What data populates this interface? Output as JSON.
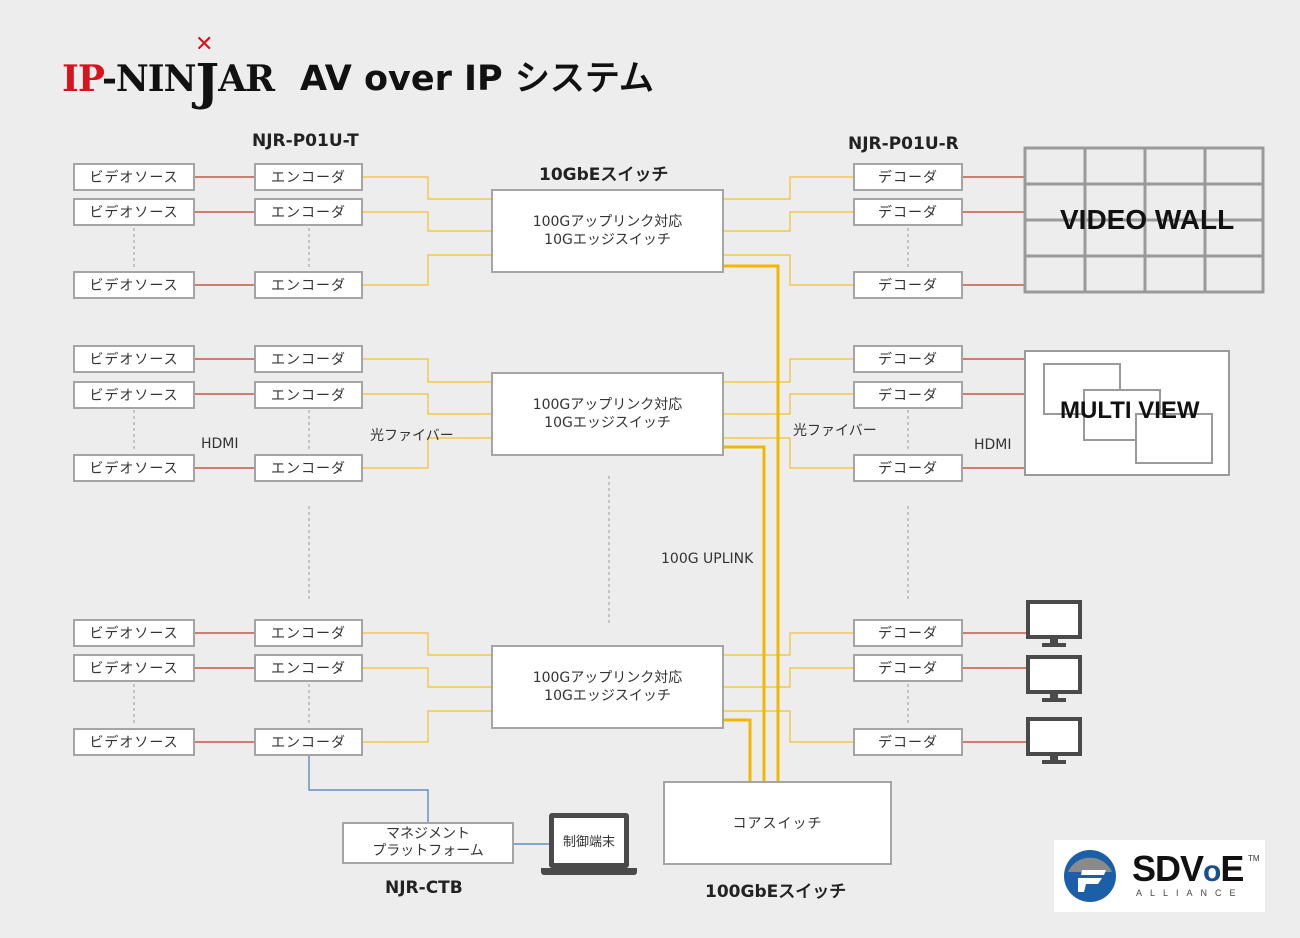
{
  "header": {
    "logo_text": "IP-NINJAR",
    "title": "AV over IP システム"
  },
  "labels": {
    "encoder_model": "NJR-P01U-T",
    "decoder_model": "NJR-P01U-R",
    "switch_10gbe": "10GbEスイッチ",
    "switch_100gbe": "100GbEスイッチ",
    "hdmi": "HDMI",
    "fiber": "光ファイバー",
    "uplink": "100G UPLINK",
    "ctb_model": "NJR-CTB"
  },
  "devices": {
    "video_source": "ビデオソース",
    "encoder": "エンコーダ",
    "decoder": "デコーダ",
    "edge_switch_line1": "100Gアップリンク対応",
    "edge_switch_line2": "10Gエッジスイッチ",
    "core_switch": "コアスイッチ",
    "management_line1": "マネジメント",
    "management_line2": "プラットフォーム",
    "control_terminal": "制御端末"
  },
  "displays": {
    "video_wall": "VIDEO WALL",
    "multi_view": "MULTI VIEW"
  },
  "sdvoe": {
    "name_prefix": "SDV",
    "name_o": "o",
    "name_suffix": "E",
    "trademark": "TM",
    "subtitle": "ALLIANCE"
  },
  "colors": {
    "hdmi_line": "#c0392b",
    "fiber_line": "#f2c12e",
    "uplink_line": "#f2b705",
    "mgmt_line": "#4a7ab8",
    "box_border": "#a5a5a5",
    "background": "#ededed",
    "logo_red": "#d7141d"
  }
}
